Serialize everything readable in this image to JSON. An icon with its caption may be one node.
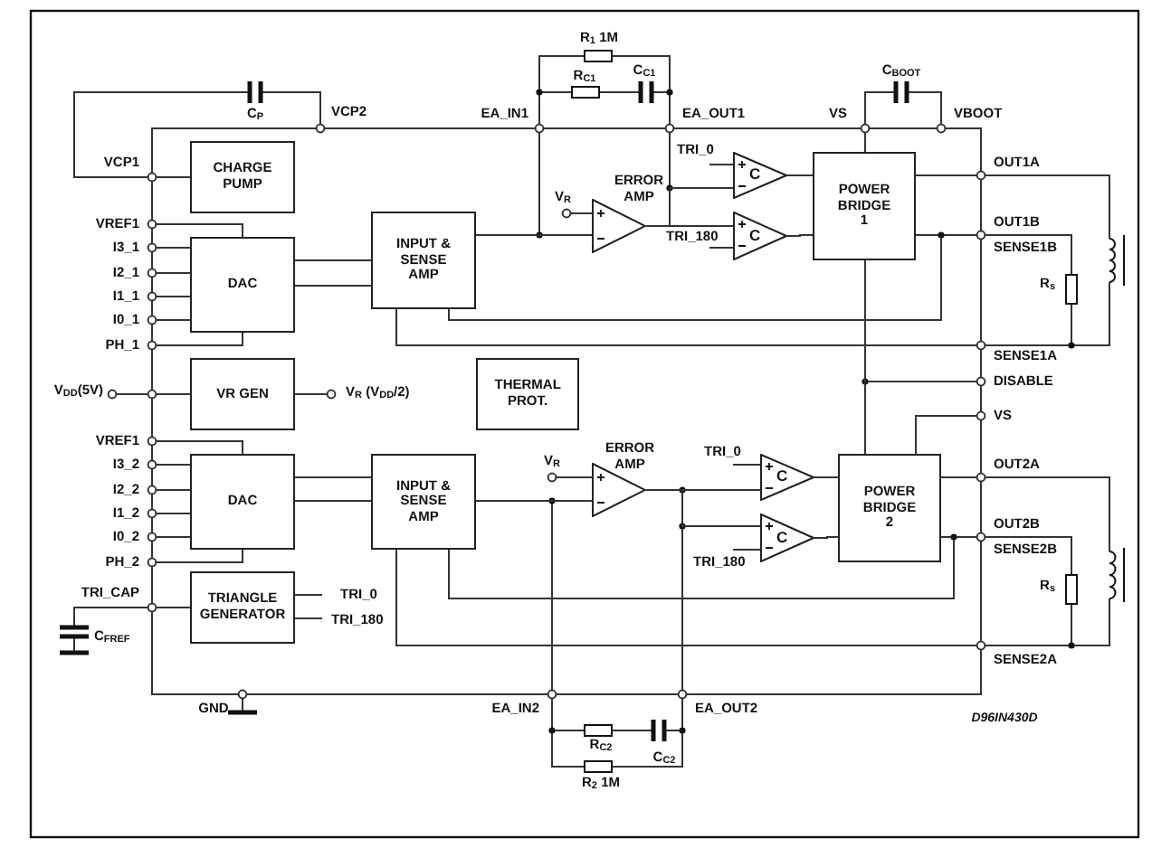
{
  "diagram": {
    "nodes": [
      {
        "text": [
          "CHARGE PUMP"
        ]
      },
      {
        "text": [
          "DAC"
        ]
      },
      {
        "text": [
          "INPUT & SENSE AMP"
        ]
      },
      {
        "text": [],
        "shape": "triangle",
        "beside": [
          "ERROR AMP"
        ]
      },
      {
        "text": [
          "C"
        ]
      },
      {
        "text": [
          "C"
        ]
      },
      {
        "text": [
          "POWER BRIDGE 1"
        ]
      },
      {
        "text": [
          "VR GEN"
        ]
      },
      {
        "text": [
          "THERMAL PROT."
        ]
      },
      {
        "text": [
          "DAC"
        ]
      },
      {
        "text": [
          "INPUT & SENSE AMP"
        ]
      },
      {
        "text": [],
        "shape": "triangle",
        "beside": [
          "ERROR AMP"
        ]
      },
      {
        "text": [
          "C"
        ]
      },
      {
        "text": [
          "C"
        ]
      },
      {
        "text": [
          "POWER BRIDGE 2"
        ]
      },
      {
        "text": [
          "TRIANGLE GENERATOR"
        ]
      }
    ],
    "edges": [
      {
        "from": 1,
        "to": 2,
        "arrow": "none"
      },
      {
        "from": 2,
        "to": 3,
        "arrow": "none"
      },
      {
        "from": 3,
        "to": 4,
        "arrow": "none"
      },
      {
        "from": 3,
        "to": 5,
        "arrow": "none"
      },
      {
        "from": 4,
        "to": 6,
        "arrow": "none"
      },
      {
        "from": 5,
        "to": 6,
        "arrow": "none"
      },
      {
        "from": 6,
        "to": 14,
        "arrow": "none"
      },
      {
        "from": 9,
        "to": 10,
        "arrow": "none"
      },
      {
        "from": 10,
        "to": 11,
        "arrow": "none"
      },
      {
        "from": 11,
        "to": 12,
        "arrow": "none"
      },
      {
        "from": 11,
        "to": 13,
        "arrow": "none"
      },
      {
        "from": 12,
        "to": 14,
        "arrow": "none"
      },
      {
        "from": 13,
        "to": 14,
        "arrow": "none"
      }
    ],
    "labels": [
      "C$_{P}$",
      "VCP2",
      "R$_{1}$ 1M",
      "R$_{C1}$",
      "C$_{C1}$",
      "EA_IN1",
      "EA_OUT1",
      "VS",
      "C$_{BOOT}$",
      "VBOOT",
      "VCP1",
      "TRI_0",
      "V$_{R}$",
      "OUT1A",
      "VREF1",
      "TRI_180",
      "OUT1B",
      "SENSE1B",
      "I3_1",
      "I2_1",
      "I1_1",
      "I0_1",
      "R$_{s}$",
      "PH_1",
      "SENSE1A",
      "V$_{DD}$(5V)",
      "V$_{R}$ (V$_{DD}$/2)",
      "DISABLE",
      "VS",
      "VREF1",
      "V$_{R}$",
      "TRI_0",
      "OUT2A",
      "I3_2",
      "I2_2",
      "OUT2B",
      "I1_2",
      "SENSE2B",
      "I0_2",
      "R$_{s}$",
      "TRI_180",
      "PH_2",
      "TRI_CAP",
      "TRI_0",
      "TRI_180",
      "C$_{FREF}$",
      "SENSE2A",
      "GND",
      "EA_IN2",
      "EA_OUT2",
      "R$_{C2}$",
      "C$_{C2}$",
      "D96IN430D",
      "R$_{2}$ 1M"
    ]
  }
}
